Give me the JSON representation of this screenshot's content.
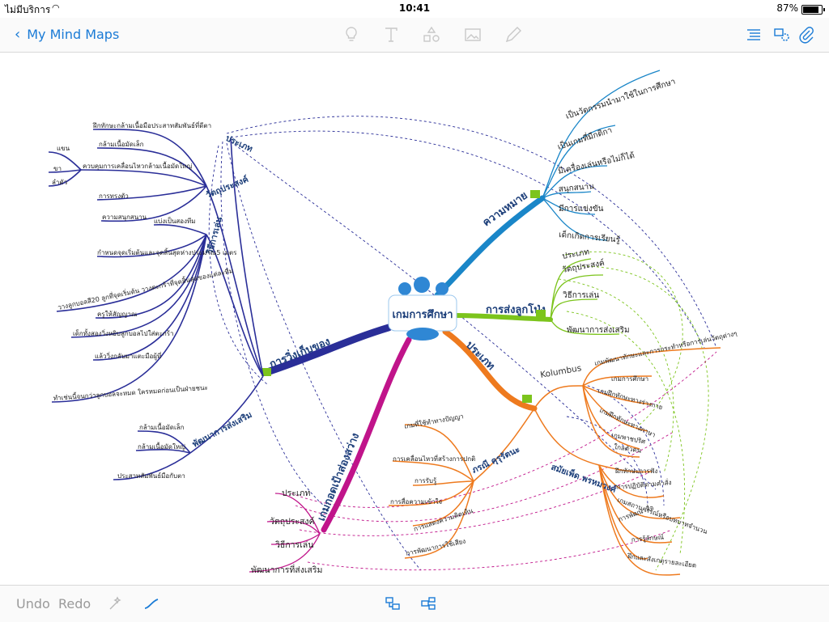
{
  "status": {
    "carrier": "ไม่มีบริการ",
    "time": "10:41",
    "battery": "87%"
  },
  "nav": {
    "back_label": "My Mind Maps"
  },
  "toolbar": {
    "icons": [
      "lightbulb-icon",
      "text-icon",
      "shapes-icon",
      "image-icon",
      "pencil-icon",
      "outline-icon",
      "settings-icon",
      "paperclip-icon"
    ]
  },
  "bottom": {
    "undo": "Undo",
    "redo": "Redo"
  },
  "mindmap": {
    "center": "เกมการศึกษา",
    "branches": {
      "meaning": {
        "label": "ความหมาย",
        "color": "#1a86c8",
        "children": [
          "เป็นวัตกรรมนำมาใช้ในการศึกษา",
          "เป็นเกมที่มีกติกา",
          "มีเครื่องเล่นหรือไม่ก็ได้",
          "สนุกสนาน",
          "มีการแข่งขัน",
          "เด็กเกิดการเรียนรู้"
        ]
      },
      "promotion": {
        "label": "การส่งลูกโป่ง",
        "color": "#7cc41c",
        "children": [
          "ประเภท",
          "วัตถุประสงค์",
          "วิธีการเล่น",
          "พัฒนาการส่งเสริม"
        ]
      },
      "types": {
        "label": "ประเภท",
        "color": "#ee7a1e",
        "columbus": {
          "label": "Kolumbus",
          "children": [
            "เกมพัฒนาทักษะและการกระทำหรือการเล่นวัตถุต่างๆ",
            "เกมการศึกษา",
            "เกมฝึกทักษะทางร่างกาย",
            "เกมฝึกทักษะทางภาษา",
            "เกมพาชปริศ",
            "ใกลตัวตน"
          ]
        },
        "saiyud": {
          "label": "สมัยเพ็ด พรหมวงศ์",
          "children": [
            "ฝึกทักษะการฟัง",
            "การปฏิบัติตามคำสั่ง",
            "เกมสถานการณ์หรือบทบาทจำนวน",
            "การพัฒนาสื่อ",
            "การรู้ลักษณ์",
            "ฝึกและสังเกตุรายละเอียด"
          ]
        },
        "bhatra": {
          "label": "ภรณี คุรุรัตนะ",
          "children": [
            "เกมที่ใช้ทำทางปัญญา",
            "การเคลื่อนไหวที่สร้างการปกติ",
            "การรับรู้",
            "การสื่อความเข้าใจ",
            "การแสดงความคิดเห็น",
            "การพัฒนาการใช้เสียง"
          ]
        }
      },
      "walk": {
        "label": "เกมกอดเป้าส่องสว่าง",
        "color": "#c0148a",
        "children": [
          "ประเภท",
          "วัตถุประสงค์",
          "วิธีการเล่น",
          "พัฒนาการที่ส่งเสริม"
        ]
      },
      "collect": {
        "label": "การวิ่งเก็บของ",
        "color": "#2a2e98",
        "sub": {
          "type": "ประเภท",
          "objective": {
            "label": "วัตถุประสงค์",
            "children": [
              "ฝึกทักษะกล้ามเนื้อมือประสาทสัมพันธ์ที่ดีตา",
              "กล้ามเนื้อมัดเล็ก",
              "ควบคุมการเคลื่อนไหวกล้ามเนื้อมัดใหญ่",
              "การทรงตัว",
              "ความสนุกสนาน"
            ],
            "leaf": [
              "แขน",
              "ขา",
              "ลำตัว"
            ]
          },
          "method": {
            "label": "วิธีการเล่น",
            "children": [
              "แบ่งเป็นสองทีม",
              "กำหนดจุดเริ่มต้นและจุดสิ้นสุดห่างประมาณ5 เมตร",
              "วางลูกบอลสี20 ลูกที่จุดเริ่มต้น วางตะกร้าที่จุดสิ้นสุดของแต่ละทีม",
              "ครูให้สัญญาณ",
              "เด็กทั้งสองวิ่งหยิบลูกบอลไปใส่ตะกร้า",
              "แล้ววิ่งกลับมาแตะมือผู้ที่",
              "ทำเช่นนี้จนกว่าลูกบอลจะหมด ใครหมดก่อนเป็นฝ่ายชนะ"
            ]
          },
          "develop": {
            "label": "พัฒนาการส่งเสริม",
            "children": [
              "กล้ามเนื้อมัดเล็ก",
              "กล้ามเนื้อมัดใหญ่",
              "ประสาทสัมพันธ์มือกับตา"
            ]
          }
        }
      }
    }
  }
}
